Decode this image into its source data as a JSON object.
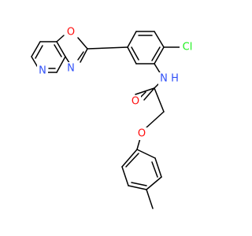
{
  "atoms": {
    "o_oxazole": {
      "text": "O",
      "color": "#ff0d0d"
    },
    "n_oxazole": {
      "text": "N",
      "color": "#3050f8"
    },
    "n_pyridine": {
      "text": "N",
      "color": "#3050f8"
    },
    "cl": {
      "text": "Cl",
      "color": "#1ff01f"
    },
    "nh": {
      "text": "N",
      "color": "#3050f8"
    },
    "h": {
      "text": "H",
      "color": "#3050f8"
    },
    "o_carbonyl": {
      "text": "O",
      "color": "#ff0d0d"
    },
    "o_ether": {
      "text": "O",
      "color": "#ff0d0d"
    }
  }
}
